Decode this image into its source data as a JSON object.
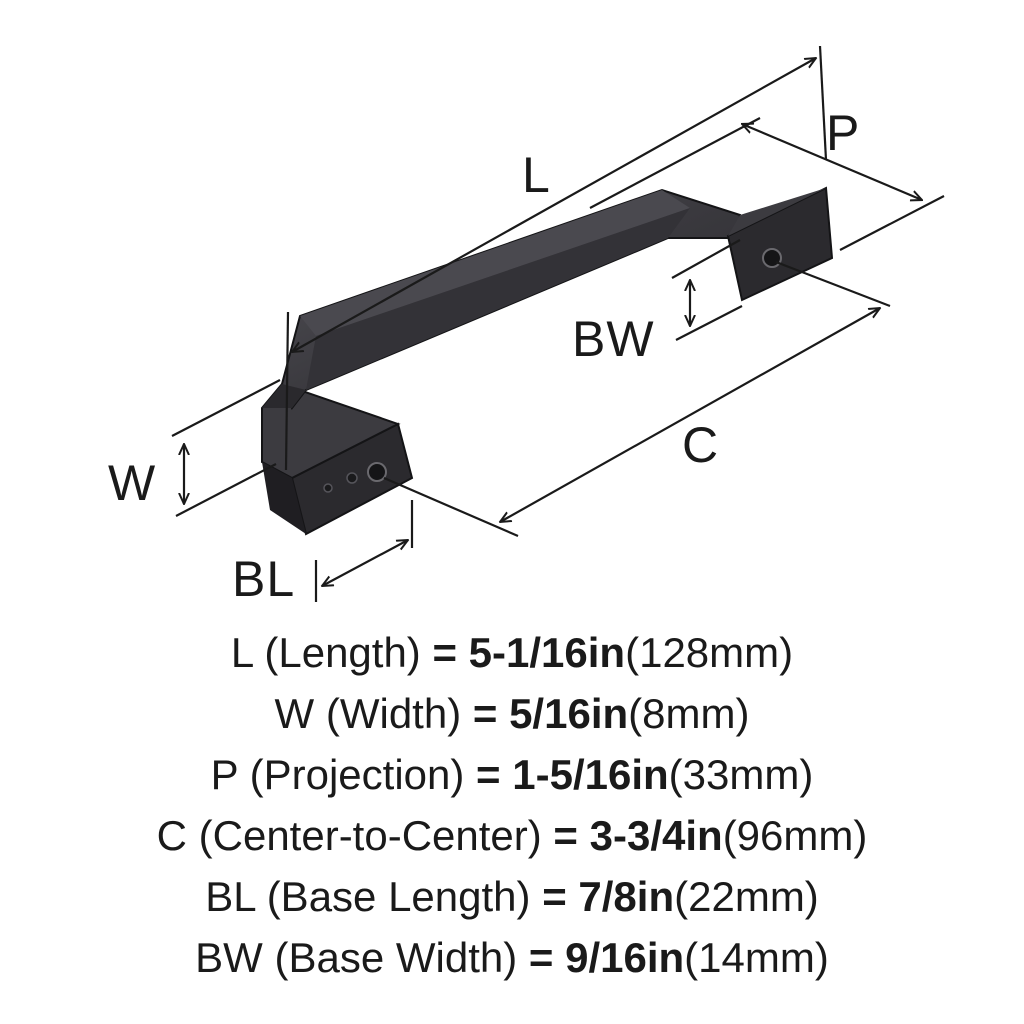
{
  "labels": {
    "L": "L",
    "P": "P",
    "BW": "BW",
    "C": "C",
    "W": "W",
    "BL": "BL"
  },
  "specs": [
    {
      "key": "L",
      "name": "(Length)",
      "eq": "=",
      "imperial": "5-1/16in",
      "metric": "(128mm)"
    },
    {
      "key": "W",
      "name": "(Width)",
      "eq": "=",
      "imperial": "5/16in",
      "metric": "(8mm)"
    },
    {
      "key": "P",
      "name": "(Projection)",
      "eq": "=",
      "imperial": "1-5/16in",
      "metric": "(33mm)"
    },
    {
      "key": "C",
      "name": "(Center-to-Center)",
      "eq": "=",
      "imperial": "3-3/4in",
      "metric": "(96mm)"
    },
    {
      "key": "BL",
      "name": "(Base Length)",
      "eq": "=",
      "imperial": "7/8in",
      "metric": "(22mm)"
    },
    {
      "key": "BW",
      "name": "(Base Width)",
      "eq": "=",
      "imperial": "9/16in",
      "metric": "(14mm)"
    }
  ],
  "colors": {
    "finish": "#3a3a3d",
    "finish_dark": "#1f1f22",
    "finish_light": "#5c5b60",
    "line": "#1a1a1a"
  }
}
